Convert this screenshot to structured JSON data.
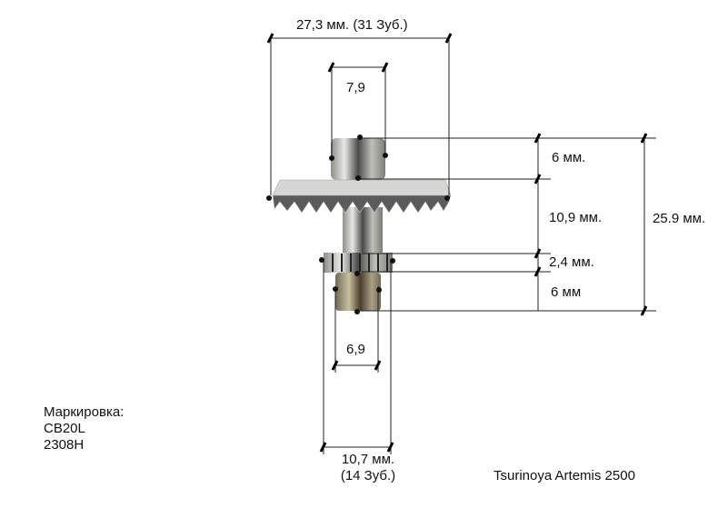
{
  "title": "Tsurinoya Artemis 2500",
  "marking": {
    "label": "Маркировка:",
    "line1": "CB20L",
    "line2": "2308H"
  },
  "dimensions": {
    "large_gear_diameter": "27,3 мм. (31 Зуб.)",
    "top_shaft_diameter": "7,9",
    "top_shaft_height": "6 мм.",
    "body_height": "10,9 мм.",
    "small_gear_height": "2,4 мм.",
    "bottom_shaft_height": "6 мм",
    "total_height": "25.9 мм.",
    "bottom_shaft_diameter": "6,9",
    "small_gear_diameter_line1": "10,7 мм.",
    "small_gear_diameter_line2": "(14 Зуб.)"
  },
  "colors": {
    "line": "#222222",
    "metal_light": "#d8d8d4",
    "metal_dark": "#3a3a3a",
    "brass": "#9c9274"
  }
}
